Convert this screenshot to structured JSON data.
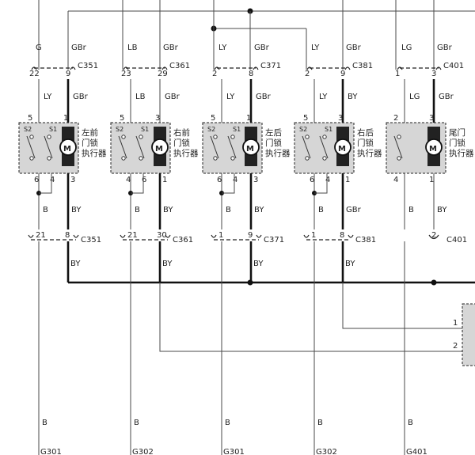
{
  "actuators": [
    {
      "name_lines": [
        "左前",
        "门锁",
        "执行器"
      ],
      "has_s_labels": true,
      "top_connector": {
        "name": "C351",
        "pins": [
          "22",
          "9"
        ]
      },
      "wire_top": [
        "G",
        "GBr"
      ],
      "act_pins_top": [
        "5",
        "1"
      ],
      "wire_mid": [
        "LY",
        "GBr"
      ],
      "act_pins_bottom": [
        "6",
        "4",
        "3"
      ],
      "wire_bottom": [
        "B",
        "BY"
      ],
      "bottom_connector": {
        "name": "C351",
        "pins": [
          "21",
          "8"
        ]
      },
      "wire_below": "BY",
      "ground_wire": "B",
      "ground": "G301"
    },
    {
      "name_lines": [
        "右前",
        "门锁",
        "执行器"
      ],
      "has_s_labels": true,
      "top_connector": {
        "name": "C361",
        "pins": [
          "23",
          "29"
        ]
      },
      "wire_top": [
        "LB",
        "GBr"
      ],
      "act_pins_top": [
        "5",
        "3"
      ],
      "wire_mid": [
        "LB",
        "GBr"
      ],
      "act_pins_bottom": [
        "4",
        "6",
        "1"
      ],
      "wire_bottom": [
        "B",
        "BY"
      ],
      "bottom_connector": {
        "name": "C361",
        "pins": [
          "21",
          "30"
        ]
      },
      "wire_below": "BY",
      "ground_wire": "B",
      "ground": "G302"
    },
    {
      "name_lines": [
        "左后",
        "门锁",
        "执行器"
      ],
      "has_s_labels": true,
      "top_connector": {
        "name": "C371",
        "pins": [
          "2",
          "8"
        ]
      },
      "wire_top": [
        "LY",
        "GBr"
      ],
      "act_pins_top": [
        "5",
        "1"
      ],
      "wire_mid": [
        "LY",
        "GBr"
      ],
      "act_pins_bottom": [
        "6",
        "4",
        "3"
      ],
      "wire_bottom": [
        "B",
        "BY"
      ],
      "bottom_connector": {
        "name": "C371",
        "pins": [
          "1",
          "9"
        ]
      },
      "wire_below": "BY",
      "ground_wire": "B",
      "ground": "G301"
    },
    {
      "name_lines": [
        "右后",
        "门锁",
        "执行器"
      ],
      "has_s_labels": true,
      "top_connector": {
        "name": "C381",
        "pins": [
          "2",
          "9"
        ]
      },
      "wire_top": [
        "LY",
        "GBr"
      ],
      "act_pins_top": [
        "5",
        "3"
      ],
      "wire_mid": [
        "LY",
        "BY"
      ],
      "act_pins_bottom": [
        "6",
        "4",
        "1"
      ],
      "wire_bottom": [
        "B",
        "GBr"
      ],
      "bottom_connector": {
        "name": "C381",
        "pins": [
          "1",
          "8"
        ]
      },
      "wire_below": "BY",
      "ground_wire": "B",
      "ground": "G302"
    },
    {
      "name_lines": [
        "尾门",
        "门锁",
        "执行器"
      ],
      "has_s_labels": false,
      "top_connector": {
        "name": "C401",
        "pins": [
          "1",
          "3"
        ]
      },
      "wire_top": [
        "LG",
        "GBr"
      ],
      "act_pins_top": [
        "2",
        "3"
      ],
      "wire_mid": [
        "LG",
        "GBr"
      ],
      "act_pins_bottom": [
        "4",
        "1"
      ],
      "wire_bottom": [
        "B",
        "BY"
      ],
      "bottom_connector": {
        "name": "C401",
        "pins": [
          "2"
        ]
      },
      "wire_below": "",
      "ground_wire": "B",
      "ground": "G401"
    }
  ],
  "switch_labels": [
    "S2",
    "S1"
  ],
  "motor_label": "M",
  "right_module_pins": [
    "1",
    "2"
  ]
}
